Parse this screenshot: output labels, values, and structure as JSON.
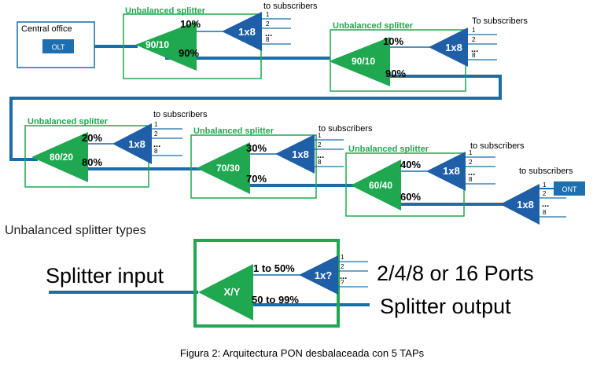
{
  "central_office": {
    "label": "Central office",
    "olt_label": "OLT"
  },
  "splitters": [
    {
      "title": "Unbalanced splitter",
      "ratio": "90/10",
      "upper": "10%",
      "lower": "90%",
      "tap": "1x8",
      "subscribers": "to subscribers",
      "ports": [
        "1",
        "2",
        "8"
      ],
      "dots": "..."
    },
    {
      "title": "Unbalanced splitter",
      "ratio": "90/10",
      "upper": "10%",
      "lower": "90%",
      "tap": "1x8",
      "subscribers": "To subscribers",
      "ports": [
        "1",
        "2",
        "8"
      ],
      "dots": "..."
    },
    {
      "title": "Unbalanced splitter",
      "ratio": "80/20",
      "upper": "20%",
      "lower": "80%",
      "tap": "1x8",
      "subscribers": "to subscribers",
      "ports": [
        "1",
        "2",
        "8"
      ],
      "dots": "..."
    },
    {
      "title": "Unbalanced splitter",
      "ratio": "70/30",
      "upper": "30%",
      "lower": "70%",
      "tap": "1x8",
      "subscribers": "to subscribers",
      "ports": [
        "1",
        "2",
        "8"
      ],
      "dots": "..."
    },
    {
      "title": "Unbalanced splitter",
      "ratio": "60/40",
      "upper": "40%",
      "lower": "60%",
      "tap": "1x8",
      "subscribers": "to subscribers",
      "ports": [
        "1",
        "2",
        "8"
      ],
      "dots": "..."
    }
  ],
  "end_tap": {
    "tap": "1x8",
    "subscribers": "to subscribers",
    "ont_label": "ONT",
    "ports": [
      "1",
      "2",
      "8"
    ],
    "dots": "..."
  },
  "legend": {
    "heading": "Unbalanced splitter types",
    "input_label": "Splitter input",
    "ratio": "X/Y",
    "upper": "1 to 50%",
    "lower": "50 to 99%",
    "tap": "1x?",
    "ports": [
      "1",
      "2",
      "?"
    ],
    "dots": "...",
    "ports_label": "2/4/8 or 16 Ports",
    "output_label": "Splitter output"
  },
  "caption": "Figura 2: Arquitectura PON desbalaceada con 5 TAPs",
  "colors": {
    "green": "#1fa84f",
    "blue": "#1f5fa8",
    "fiber": "#1a6da6",
    "olt": "#1e6fb0"
  }
}
